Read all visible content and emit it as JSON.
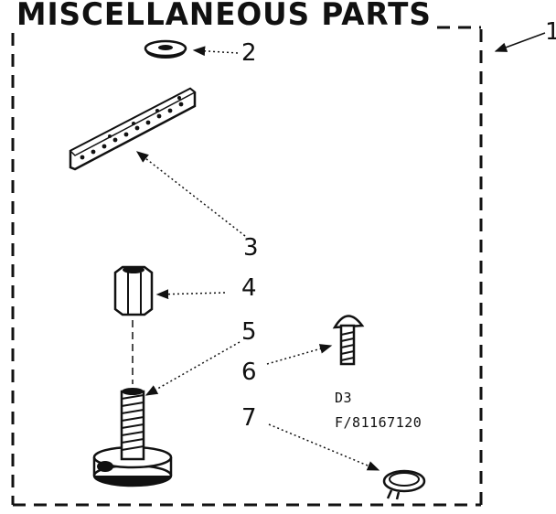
{
  "title": "MISCELLANEOUS PARTS",
  "callouts": {
    "c1": "1",
    "c2": "2",
    "c3": "3",
    "c4": "4",
    "c5": "5",
    "c6": "6",
    "c7": "7"
  },
  "codes": {
    "d3": "D3",
    "part_number": "F/81167120"
  },
  "colors": {
    "ink": "#111111",
    "paper": "#ffffff"
  }
}
